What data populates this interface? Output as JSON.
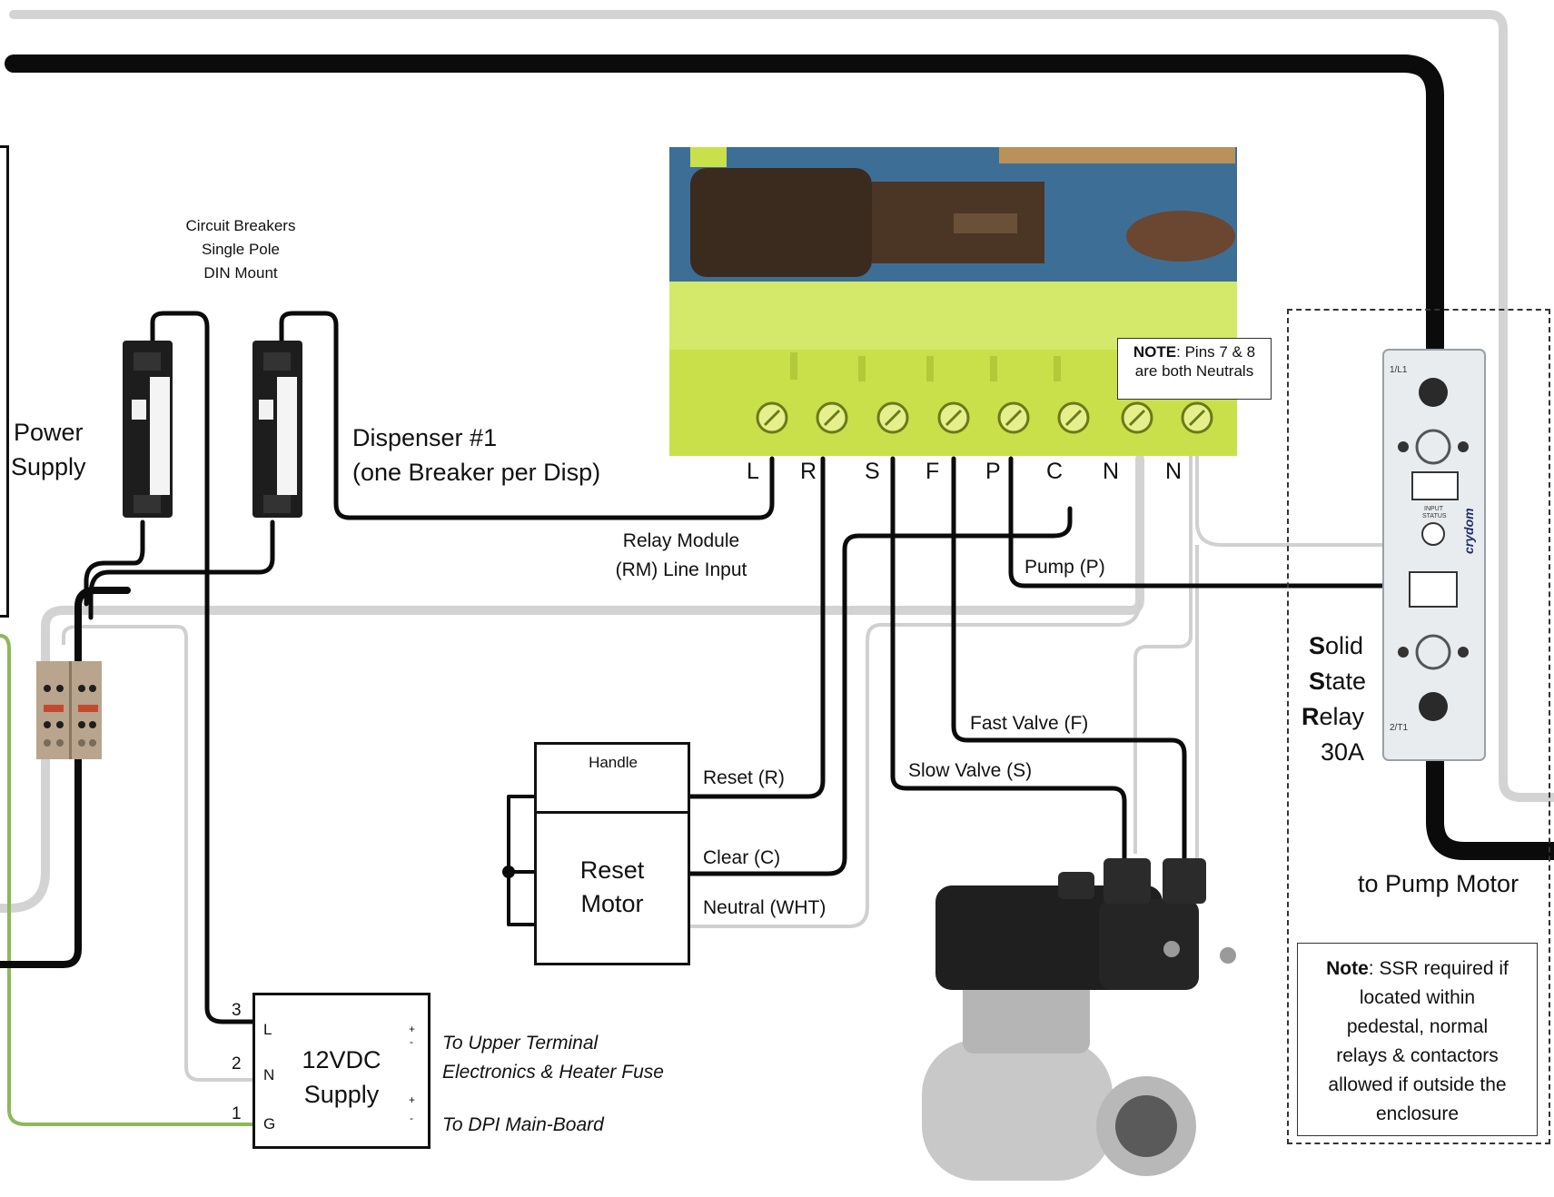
{
  "labels": {
    "breakers": [
      "Circuit Breakers",
      "Single Pole",
      "DIN Mount"
    ],
    "power_supply": [
      "Power",
      "Supply"
    ],
    "dispenser": [
      "Dispenser #1",
      "(one Breaker per Disp)"
    ],
    "relay_module_input": [
      "Relay Module",
      "(RM) Line Input"
    ],
    "terminals": [
      "L",
      "R",
      "S",
      "F",
      "P",
      "C",
      "N",
      "N"
    ],
    "pump_wire": "Pump (P)",
    "fast_valve": "Fast Valve (F)",
    "slow_valve": "Slow Valve (S)",
    "reset_wire": "Reset (R)",
    "clear_wire": "Clear (C)",
    "neutral_wire": "Neutral (WHT)",
    "handle": "Handle",
    "reset_motor": [
      "Reset",
      "Motor"
    ],
    "ssr": {
      "lines": [
        [
          "S",
          "olid"
        ],
        [
          "S",
          "tate"
        ],
        [
          "R",
          "elay"
        ]
      ],
      "rating": "30A"
    },
    "to_pump_motor": "to Pump Motor",
    "supply": {
      "title": [
        "12VDC",
        "Supply"
      ],
      "pin_numbers": [
        "3",
        "2",
        "1"
      ],
      "pin_letters": [
        "L",
        "N",
        "G"
      ],
      "polarity": [
        "+",
        "-",
        "+",
        "-"
      ]
    },
    "outputs": [
      "To Upper Terminal",
      "Electronics & Heater Fuse",
      "To DPI Main-Board"
    ],
    "pins_note": {
      "bold": "NOTE",
      "rest": ": Pins 7 & 8",
      "line2": "are both Neutrals"
    },
    "ssr_note": {
      "bold": "Note",
      "rest": ": SSR required if",
      "lines": [
        "located within",
        "pedestal, normal",
        "relays & contactors",
        "allowed if outside the",
        "enclosure"
      ]
    },
    "relay_device_text": [
      "INPUT",
      "STATUS",
      "crydom",
      "1/L1",
      "2/T1"
    ]
  },
  "colors": {
    "wire_black": "#0b0b0b",
    "wire_gray": "#d3d3d3",
    "wire_green": "#8db85a",
    "board_blue": "#4f8fc0",
    "terminal_yellow": "#c9e04a",
    "ssr_body": "#e9ecef"
  }
}
